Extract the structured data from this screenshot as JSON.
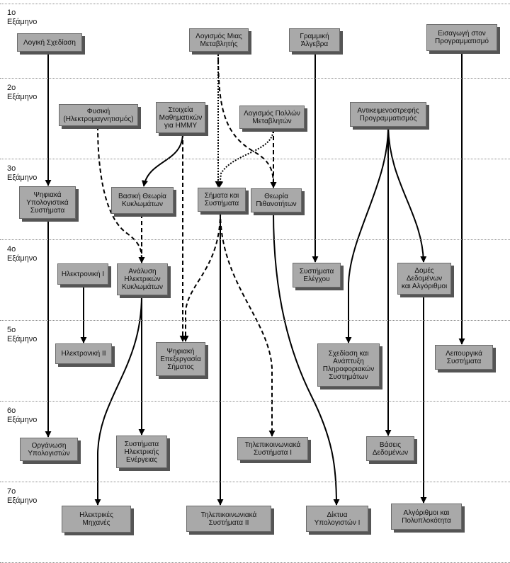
{
  "semesters": [
    {
      "number": "1ο",
      "label": "Εξάμηνο"
    },
    {
      "number": "2ο",
      "label": "Εξάμηνο"
    },
    {
      "number": "3ο",
      "label": "Εξάμηνο"
    },
    {
      "number": "4ο",
      "label": "Εξάμηνο"
    },
    {
      "number": "5ο",
      "label": "Εξάμηνο"
    },
    {
      "number": "6ο",
      "label": "Εξάμηνο"
    },
    {
      "number": "7ο",
      "label": "Εξάμηνο"
    }
  ],
  "courses": {
    "logiki": [
      "Λογική Σχεδίαση"
    ],
    "logismos1": [
      "Λογισμός Μιας",
      "Μεταβλητής"
    ],
    "grammiki": [
      "Γραμμική",
      "Άλγεβρα"
    ],
    "eisagogi": [
      "Εισαγωγή στον",
      "Προγραμματισμό"
    ],
    "fysiki": [
      "Φυσική",
      "(Ηλεκτρομαγνητισμός)"
    ],
    "stoixeia": [
      "Στοιχεία",
      "Μαθηματικών",
      "για ΗΜΜΥ"
    ],
    "logismosN": [
      "Λογισμός Πολλών",
      "Μεταβλητών"
    ],
    "antikeimeno": [
      "Αντικειμενοστρεφής",
      "Προγραμματισμός"
    ],
    "psifiaka": [
      "Ψηφιακά",
      "Υπολογιστικά",
      "Συστήματα"
    ],
    "vasiki": [
      "Βασική Θεωρία",
      "Κυκλωμάτων"
    ],
    "simata": [
      "Σήματα και",
      "Συστήματα"
    ],
    "pithanotites": [
      "Θεωρία",
      "Πιθανοτήτων"
    ],
    "ilektroniki1": [
      "Ηλεκτρονική Ι"
    ],
    "analysi": [
      "Ανάλυση",
      "Ηλεκτρικών",
      "Κυκλωμάτων"
    ],
    "elegxou": [
      "Συστήματα",
      "Ελέγχου"
    ],
    "domes": [
      "Δομές",
      "Δεδομένων",
      "και Αλγόριθμοι"
    ],
    "ilektroniki2": [
      "Ηλεκτρονική ΙΙ"
    ],
    "epexergasia": [
      "Ψηφιακή",
      "Επεξεργασία",
      "Σήματος"
    ],
    "sxediasi": [
      "Σχεδίαση και",
      "Ανάπτυξη",
      "Πληροφοριακών",
      "Συστημάτων"
    ],
    "leitourgika": [
      "Λειτουργικά",
      "Συστήματα"
    ],
    "organosi": [
      "Οργάνωση",
      "Υπολογιστών"
    ],
    "energeias": [
      "Συστήματα",
      "Ηλεκτρικής",
      "Ενέργειας"
    ],
    "tilepik1": [
      "Τηλεπικοινωνιακά",
      "Συστήματα Ι"
    ],
    "vaseis": [
      "Βάσεις",
      "Δεδομένων"
    ],
    "mixanes": [
      "Ηλεκτρικές",
      "Μηχανές"
    ],
    "tilepik2": [
      "Τηλεπικοινωνιακά",
      "Συστήματα ΙΙ"
    ],
    "diktya": [
      "Δίκτυα",
      "Υπολογιστών Ι"
    ],
    "algorithmoi": [
      "Αλγόριθμοι και",
      "Πολυπλοκότητα"
    ]
  }
}
